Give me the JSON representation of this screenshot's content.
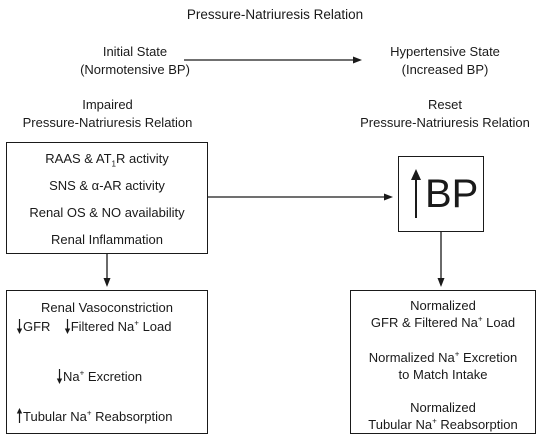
{
  "title": "Pressure-Natriuresis Relation",
  "initial_state": {
    "line1": "Initial State",
    "line2": "(Normotensive BP)"
  },
  "hypertensive_state": {
    "line1": "Hypertensive State",
    "line2": "(Increased BP)"
  },
  "impaired_label": {
    "line1": "Impaired",
    "line2": "Pressure-Natriuresis Relation"
  },
  "reset_label": {
    "line1": "Reset",
    "line2": "Pressure-Natriuresis Relation"
  },
  "factors_box": {
    "raas_pre": "RAAS & AT",
    "raas_sub": "1",
    "raas_post": "R activity",
    "sns": "SNS & α-AR activity",
    "renal_os": "Renal OS & NO availability",
    "inflammation": "Renal Inflammation"
  },
  "bp_box": {
    "label": "BP",
    "arrow": "up-arrow-icon"
  },
  "left_outcome_box": {
    "vasoconstriction": "Renal Vasoconstriction",
    "gfr": "GFR",
    "filtered_pre": "Filtered Na",
    "filtered_sup": "+",
    "filtered_post": " Load",
    "excretion_pre": "Na",
    "excretion_sup": "+",
    "excretion_post": " Excretion",
    "tubular_pre": "Tubular Na",
    "tubular_sup": "+",
    "tubular_post": " Reabsorption"
  },
  "right_outcome_box": {
    "normalized1": "Normalized",
    "gfr_line_pre": "GFR & Filtered Na",
    "gfr_line_sup": "+",
    "gfr_line_post": " Load",
    "excretion_pre": "Normalized Na",
    "excretion_sup": "+",
    "excretion_post": " Excretion",
    "match": "to Match Intake",
    "normalized2": "Normalized",
    "tubular_pre": "Tubular Na",
    "tubular_sup": "+",
    "tubular_post": " Reabsorption"
  }
}
